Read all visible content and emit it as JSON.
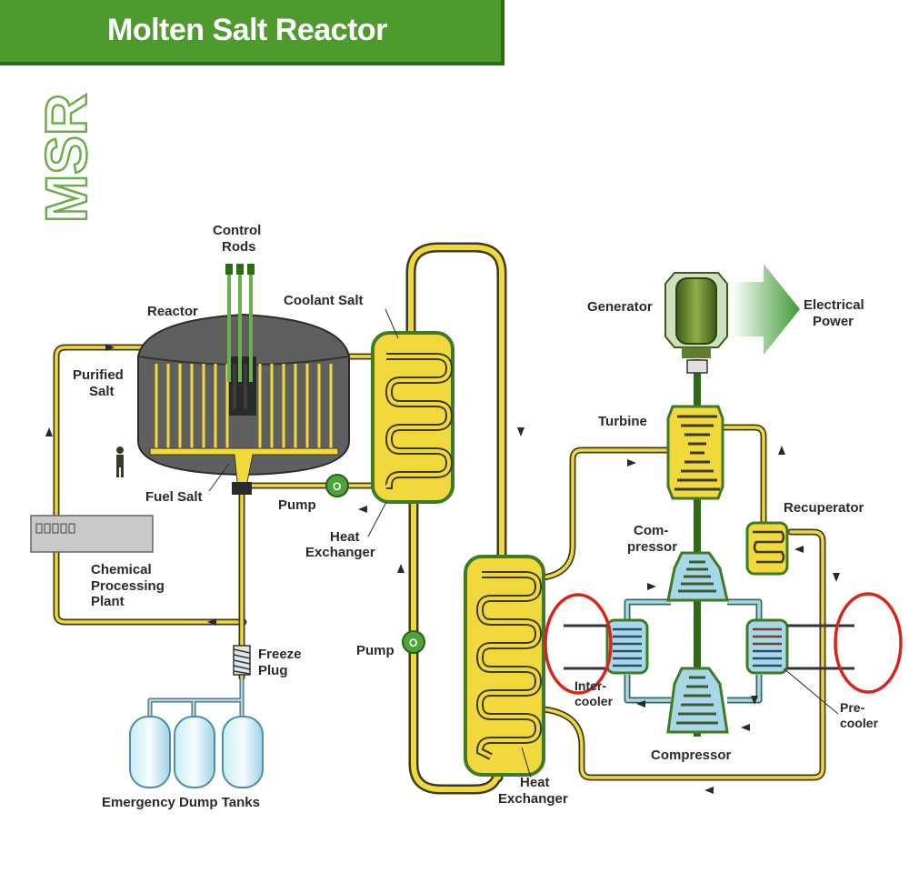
{
  "header": {
    "title": "Molten Salt Reactor"
  },
  "side_logo": {
    "text": "MSR"
  },
  "labels": {
    "control_rods": [
      "Control",
      "Rods"
    ],
    "reactor": "Reactor",
    "coolant_salt": "Coolant Salt",
    "purified_salt": [
      "Purified",
      "Salt"
    ],
    "fuel_salt": "Fuel Salt",
    "pump_left": "Pump",
    "heat_exchanger_1": [
      "Heat",
      "Exchanger"
    ],
    "chemical_plant": [
      "Chemical",
      "Processing",
      "Plant"
    ],
    "freeze_plug": [
      "Freeze",
      "Plug"
    ],
    "pump_mid": "Pump",
    "dump_tanks": "Emergency Dump Tanks",
    "heat_exchanger_2": [
      "Heat",
      "Exchanger"
    ],
    "generator": "Generator",
    "electrical_power": [
      "Electrical",
      "Power"
    ],
    "turbine": "Turbine",
    "recuperator": "Recuperator",
    "compressor_top": [
      "Com-",
      "pressor"
    ],
    "intercooler": [
      "Inter-",
      "cooler"
    ],
    "precooler": [
      "Pre-",
      "cooler"
    ],
    "compressor_bottom": "Compressor"
  },
  "colors": {
    "banner": "#4e9a2f",
    "salt": "#f1d83d",
    "pipe_outline": "#3b3a1c",
    "gas_loop": "#a8d8e8",
    "vessel": "#5c5c5c",
    "annotation_circle": "#d6261b",
    "generator": "#5e7e2c"
  }
}
